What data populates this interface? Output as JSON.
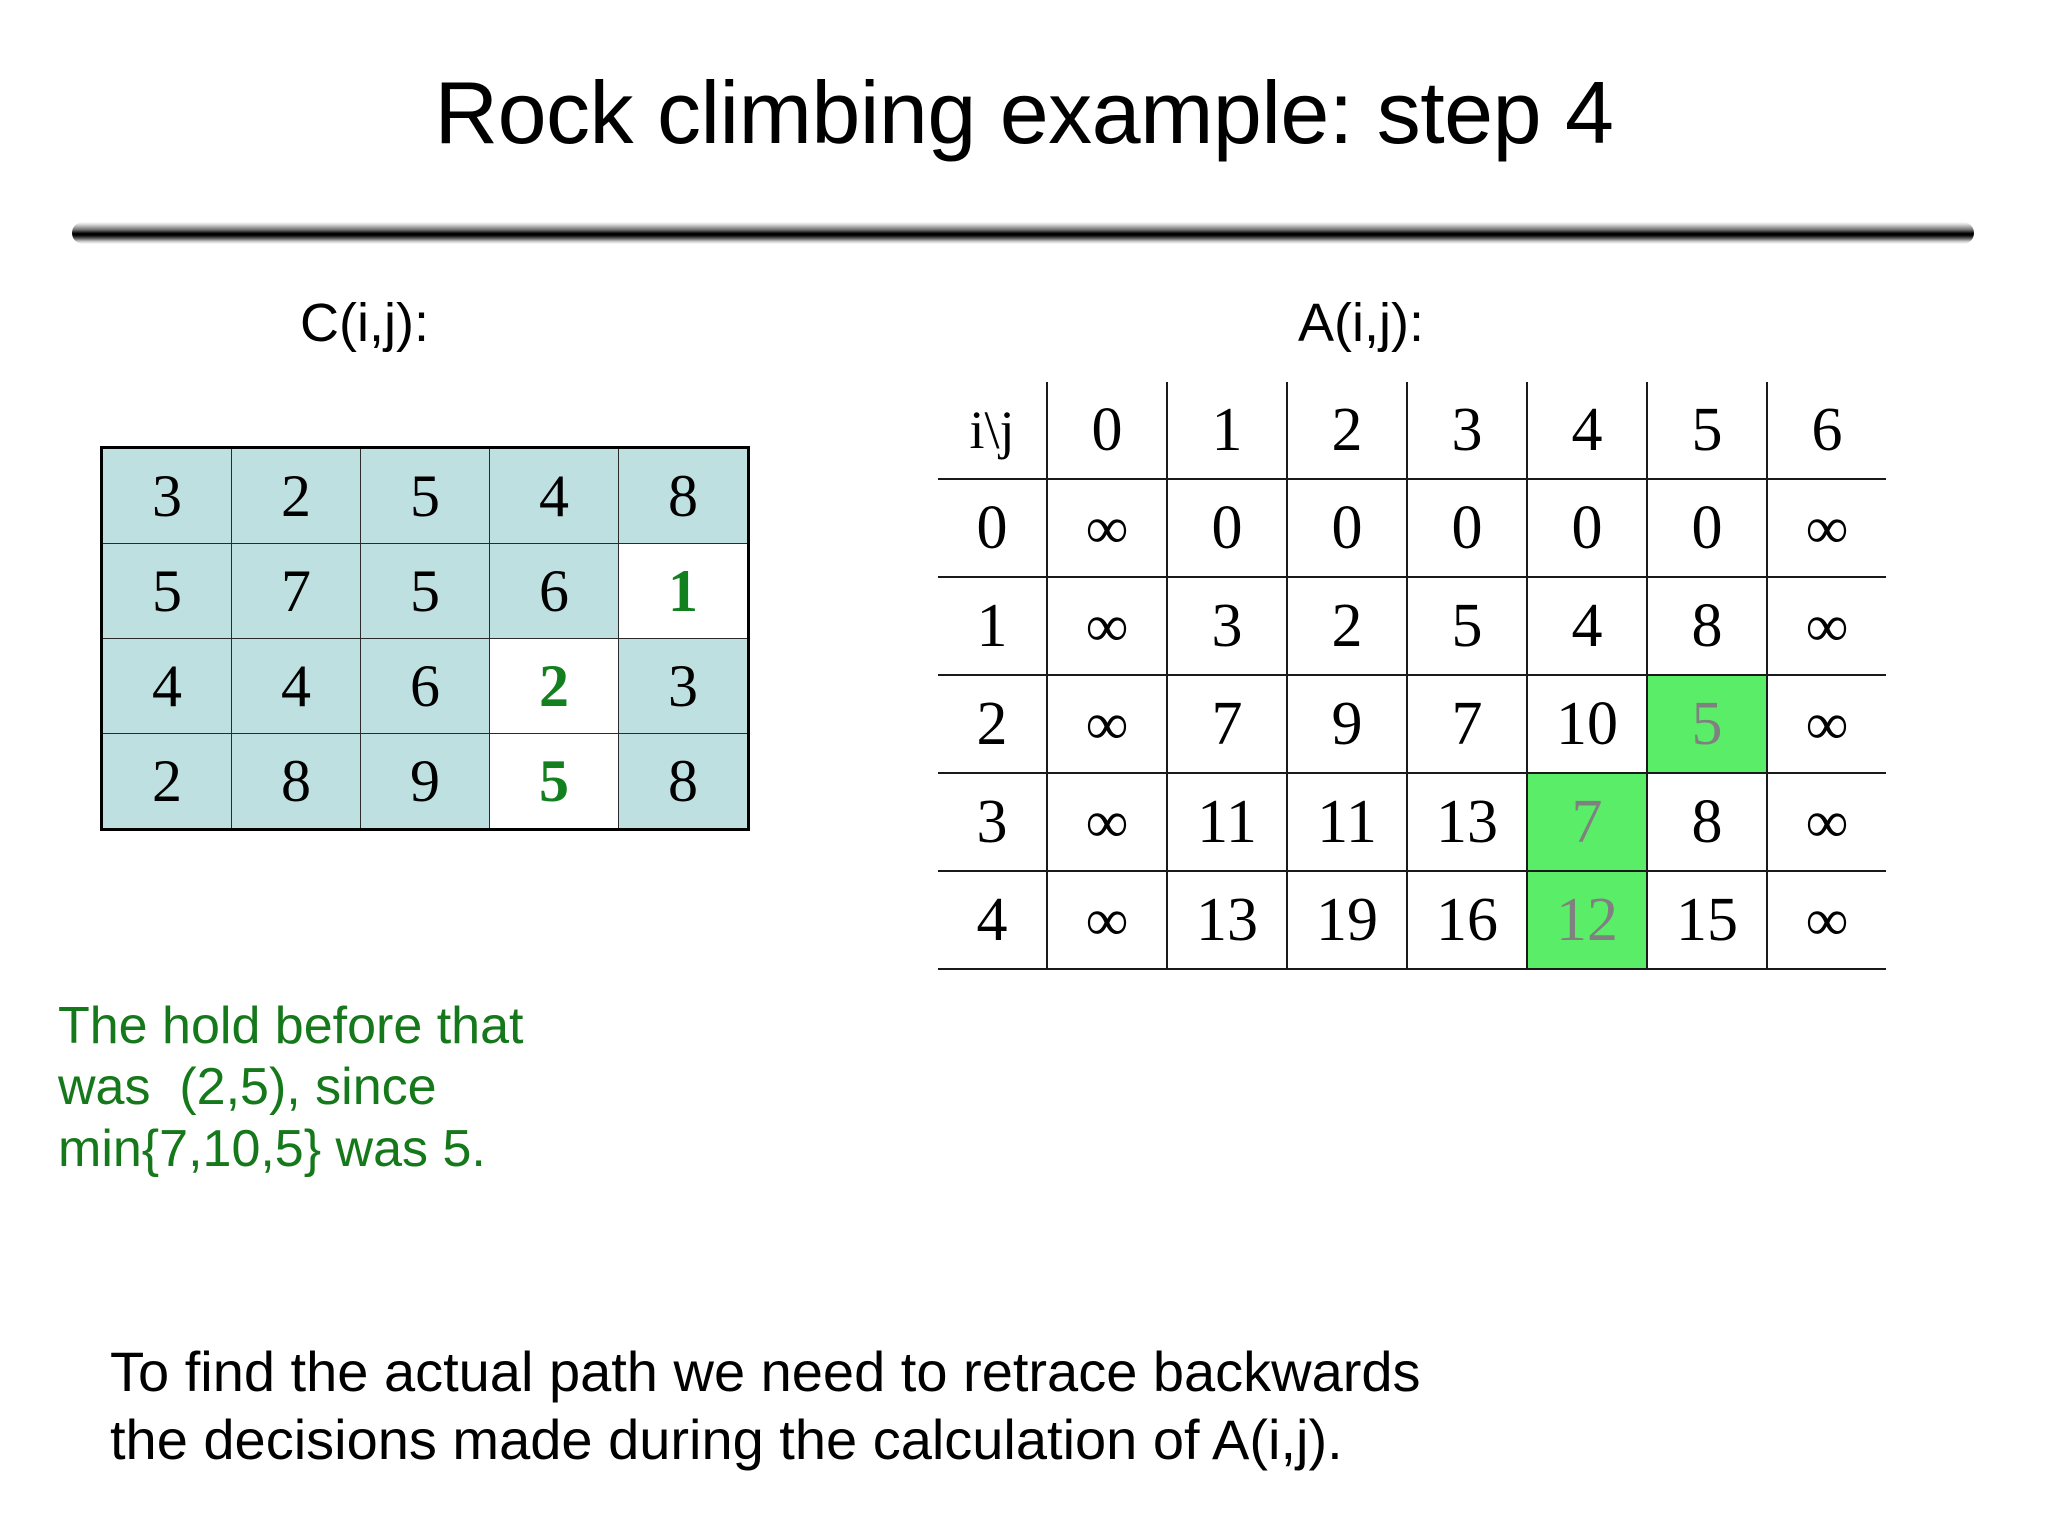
{
  "slide": {
    "title": "Rock climbing example: step 4",
    "divider": "beveled-rule"
  },
  "captions": {
    "c_matrix": "C(i,j):",
    "a_matrix": "A(i,j):"
  },
  "colors": {
    "c_cell_fill": "#BFE0E0",
    "c_highlight_fill": "#FFFFFF",
    "c_highlight_text": "#12801E",
    "a_highlight_fill": "#5AEE68",
    "a_highlight_text": "#808080",
    "commentary_text": "#15781A",
    "body_text": "#000000"
  },
  "chart_data": {
    "type": "table",
    "title": "Rock climbing example: step 4",
    "tables": [
      {
        "name": "C(i,j)",
        "label": "C(i,j):",
        "rows": 4,
        "cols": 5,
        "cells": [
          [
            {
              "v": "3",
              "hl": false
            },
            {
              "v": "2",
              "hl": false
            },
            {
              "v": "5",
              "hl": false
            },
            {
              "v": "4",
              "hl": false
            },
            {
              "v": "8",
              "hl": false
            }
          ],
          [
            {
              "v": "5",
              "hl": false
            },
            {
              "v": "7",
              "hl": false
            },
            {
              "v": "5",
              "hl": false
            },
            {
              "v": "6",
              "hl": false
            },
            {
              "v": "1",
              "hl": true
            }
          ],
          [
            {
              "v": "4",
              "hl": false
            },
            {
              "v": "4",
              "hl": false
            },
            {
              "v": "6",
              "hl": false
            },
            {
              "v": "2",
              "hl": true
            },
            {
              "v": "3",
              "hl": false
            }
          ],
          [
            {
              "v": "2",
              "hl": false
            },
            {
              "v": "8",
              "hl": false
            },
            {
              "v": "9",
              "hl": false
            },
            {
              "v": "5",
              "hl": true
            },
            {
              "v": "8",
              "hl": false
            }
          ]
        ]
      },
      {
        "name": "A(i,j)",
        "label": "A(i,j):",
        "corner_label": "i\\j",
        "column_headers": [
          "0",
          "1",
          "2",
          "3",
          "4",
          "5",
          "6"
        ],
        "row_headers": [
          "0",
          "1",
          "2",
          "3",
          "4"
        ],
        "rows": [
          [
            {
              "v": "∞",
              "hl": false
            },
            {
              "v": "0",
              "hl": false
            },
            {
              "v": "0",
              "hl": false
            },
            {
              "v": "0",
              "hl": false
            },
            {
              "v": "0",
              "hl": false
            },
            {
              "v": "0",
              "hl": false
            },
            {
              "v": "∞",
              "hl": false
            }
          ],
          [
            {
              "v": "∞",
              "hl": false
            },
            {
              "v": "3",
              "hl": false
            },
            {
              "v": "2",
              "hl": false
            },
            {
              "v": "5",
              "hl": false
            },
            {
              "v": "4",
              "hl": false
            },
            {
              "v": "8",
              "hl": false
            },
            {
              "v": "∞",
              "hl": false
            }
          ],
          [
            {
              "v": "∞",
              "hl": false
            },
            {
              "v": "7",
              "hl": false
            },
            {
              "v": "9",
              "hl": false
            },
            {
              "v": "7",
              "hl": false
            },
            {
              "v": "10",
              "hl": false
            },
            {
              "v": "5",
              "hl": true
            },
            {
              "v": "∞",
              "hl": false
            }
          ],
          [
            {
              "v": "∞",
              "hl": false
            },
            {
              "v": "11",
              "hl": false
            },
            {
              "v": "11",
              "hl": false
            },
            {
              "v": "13",
              "hl": false
            },
            {
              "v": "7",
              "hl": true
            },
            {
              "v": "8",
              "hl": false
            },
            {
              "v": "∞",
              "hl": false
            }
          ],
          [
            {
              "v": "∞",
              "hl": false
            },
            {
              "v": "13",
              "hl": false
            },
            {
              "v": "19",
              "hl": false
            },
            {
              "v": "16",
              "hl": false
            },
            {
              "v": "12",
              "hl": true
            },
            {
              "v": "15",
              "hl": false
            },
            {
              "v": "∞",
              "hl": false
            }
          ]
        ]
      }
    ]
  },
  "commentary": {
    "line1": "The hold before that",
    "line2": "was  (2,5), since",
    "line3": "min{7,10,5} was 5."
  },
  "footer": {
    "line1": "To find the actual path we need to retrace backwards",
    "line2": "the decisions made during the calculation of A(i,j)."
  }
}
